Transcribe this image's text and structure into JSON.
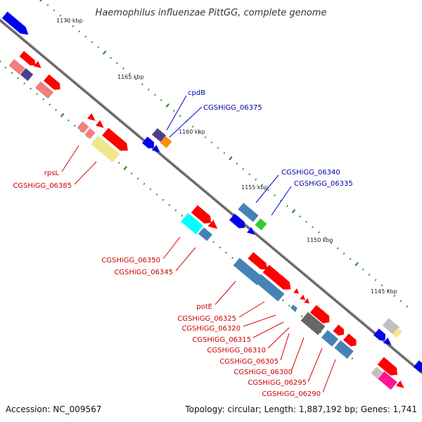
{
  "title": "Haemophilus influenzae PittGG, complete genome",
  "footer": {
    "accession": "Accession: NC_009567",
    "topology": "Topology: circular; Length: 1,887,192 bp; Genes: 1,741"
  },
  "scale_labels": [
    "1170 kbp",
    "1165 kbp",
    "1160 kbp",
    "1155 kbp",
    "1150 kbp",
    "1145 kbp"
  ],
  "gene_labels": {
    "forward_strand": [
      "cpdB",
      "CGSHiGG_06375",
      "CGSHiGG_06340",
      "CGSHiGG_06335"
    ],
    "reverse_strand": [
      "rpsL",
      "CGSHiGG_06385",
      "CGSHiGG_06350",
      "CGSHiGG_06345",
      "potE",
      "CGSHiGG_06325",
      "CGSHiGG_06320",
      "CGSHiGG_06315",
      "CGSHiGG_06310",
      "CGSHiGG_06305",
      "CGSHiGG_06300",
      "CGSHiGG_06295",
      "CGSHiGG_06290"
    ]
  },
  "colors": {
    "reverse_gene": "#ff0000",
    "forward_gene": "#0000ff",
    "steelblue_gene": "#4682b4",
    "backbone": "#808080",
    "tick": "#2e8b2e",
    "label_red": "#cc0000",
    "label_blue": "#0000aa"
  }
}
